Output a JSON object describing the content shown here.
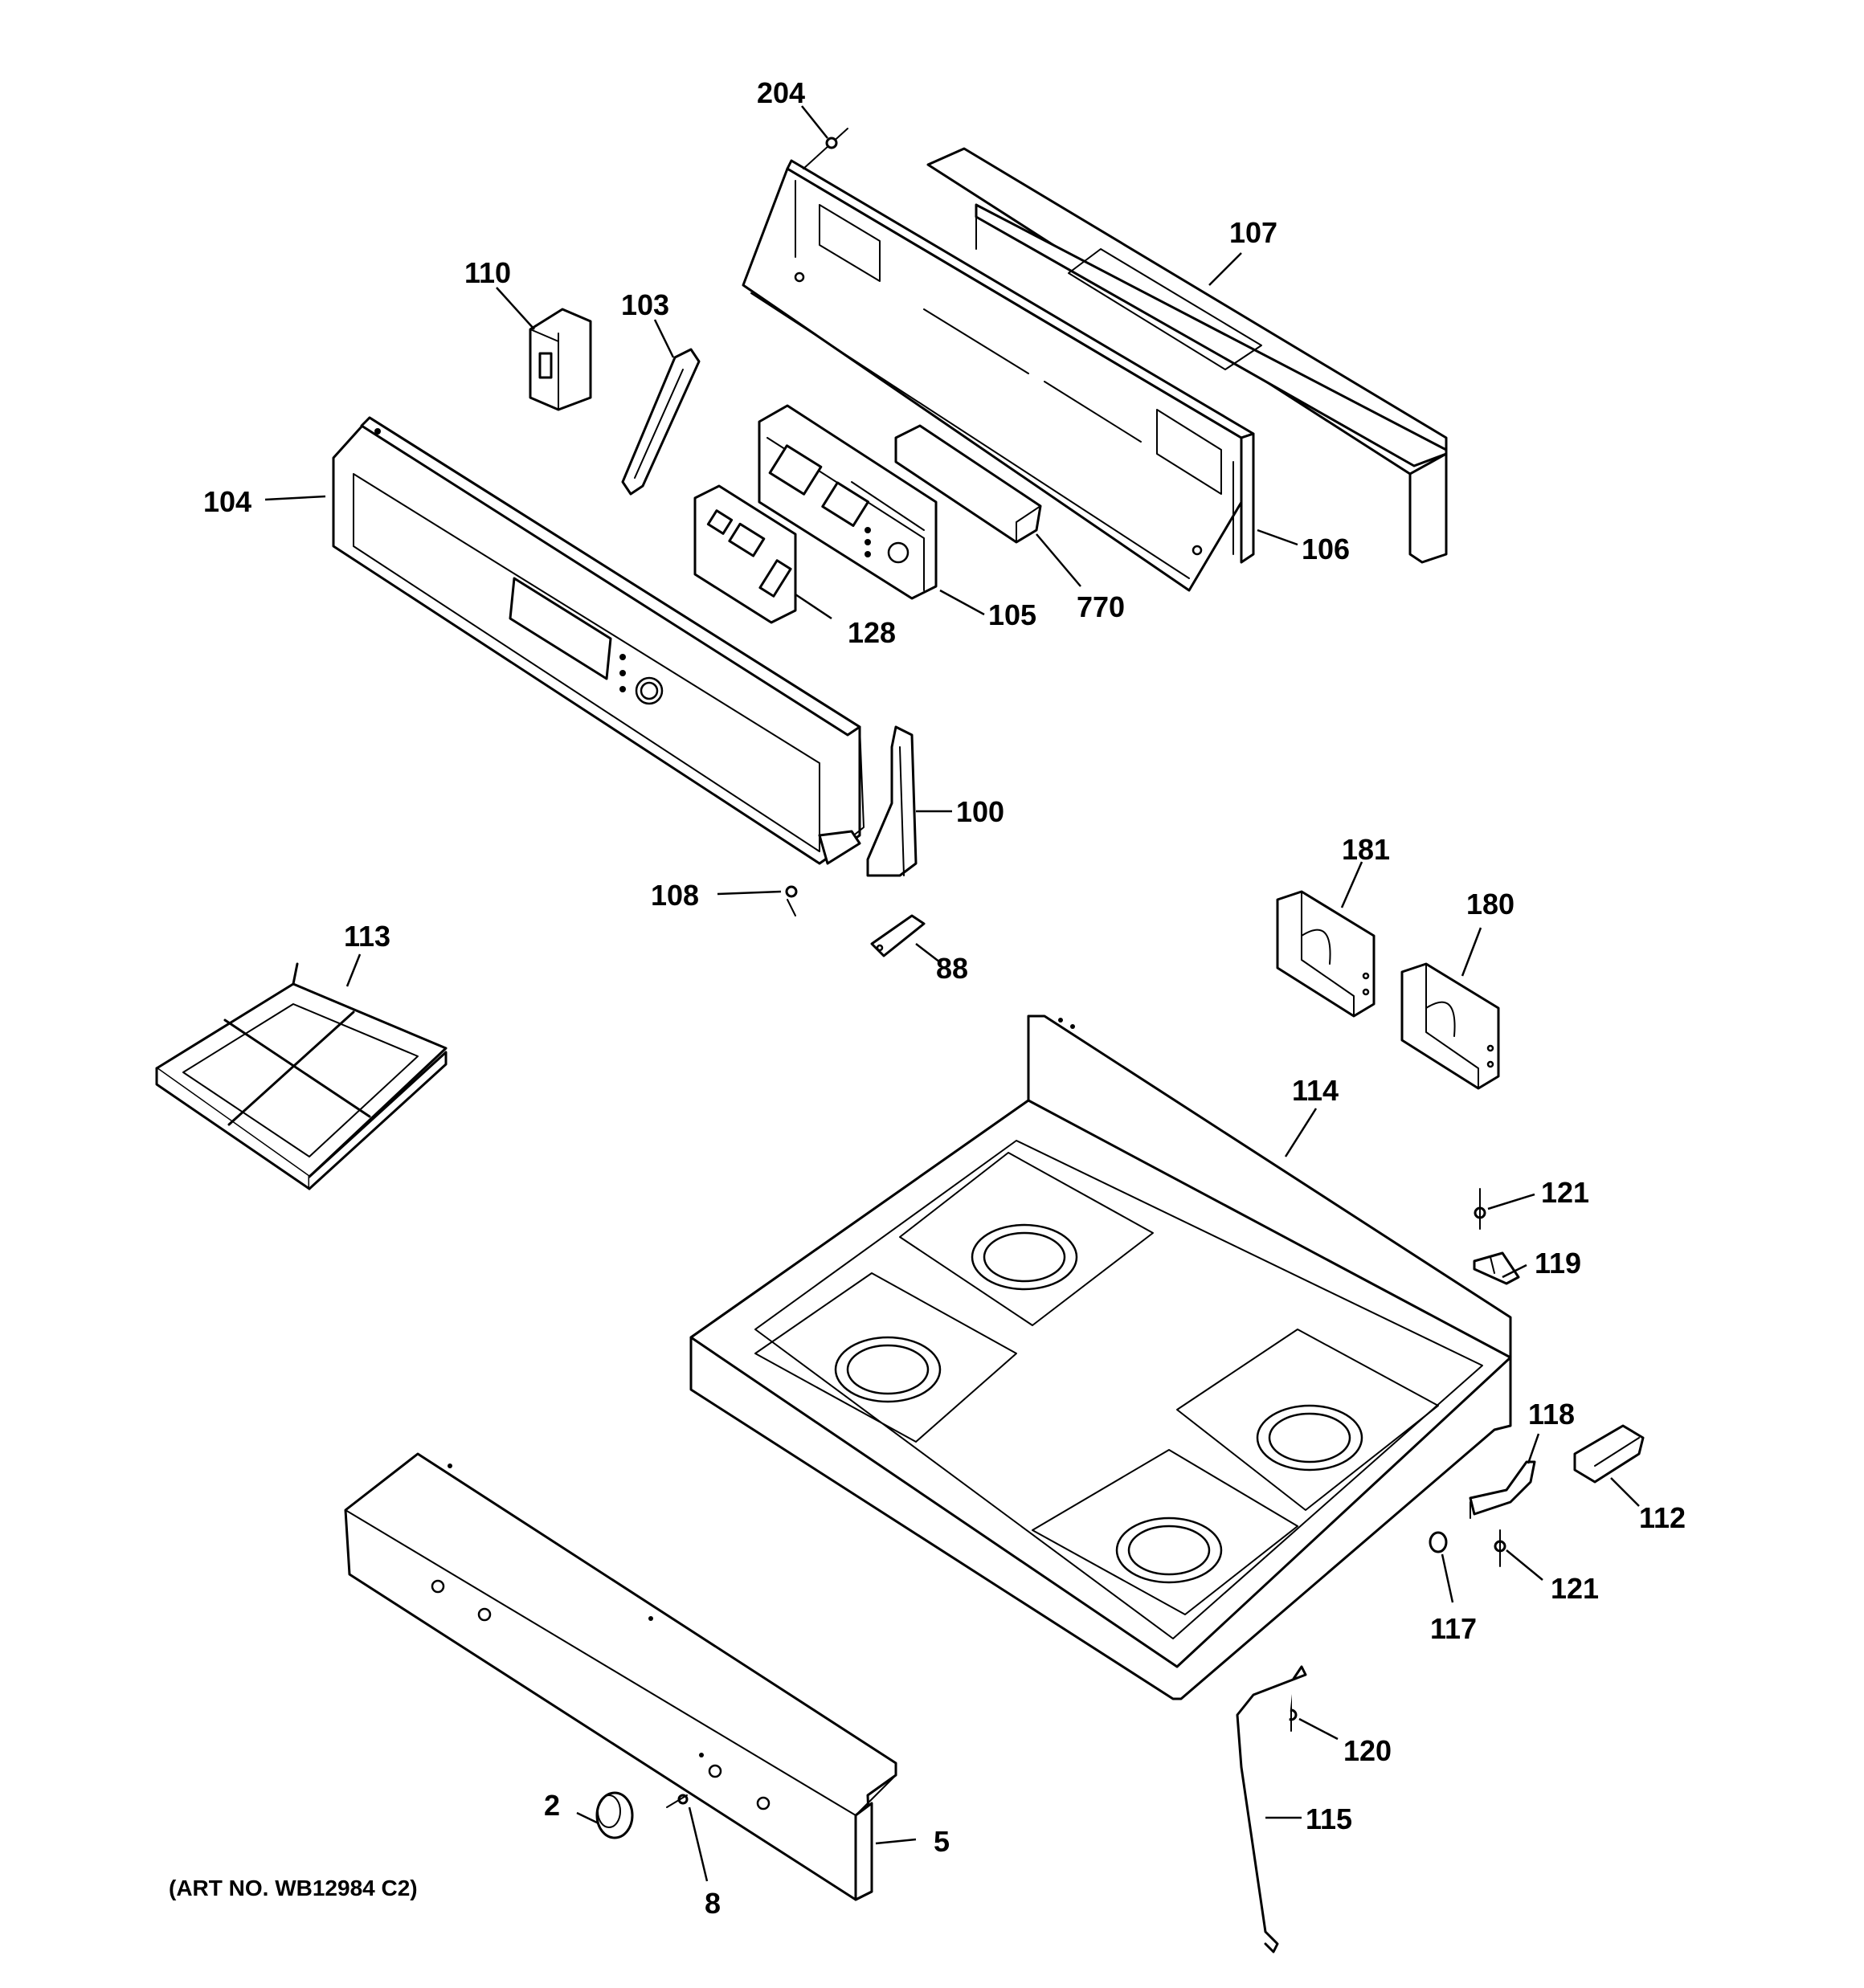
{
  "art_number": "(ART NO. WB12984 C2)",
  "callouts": {
    "c204": "204",
    "c107": "107",
    "c110": "110",
    "c103": "103",
    "c104": "104",
    "c106": "106",
    "c105": "105",
    "c770": "770",
    "c128": "128",
    "c100": "100",
    "c108": "108",
    "c88": "88",
    "c113": "113",
    "c181": "181",
    "c180": "180",
    "c114": "114",
    "c121a": "121",
    "c119": "119",
    "c118": "118",
    "c112": "112",
    "c121b": "121",
    "c117": "117",
    "c120": "120",
    "c115": "115",
    "c2": "2",
    "c5": "5",
    "c8": "8"
  }
}
